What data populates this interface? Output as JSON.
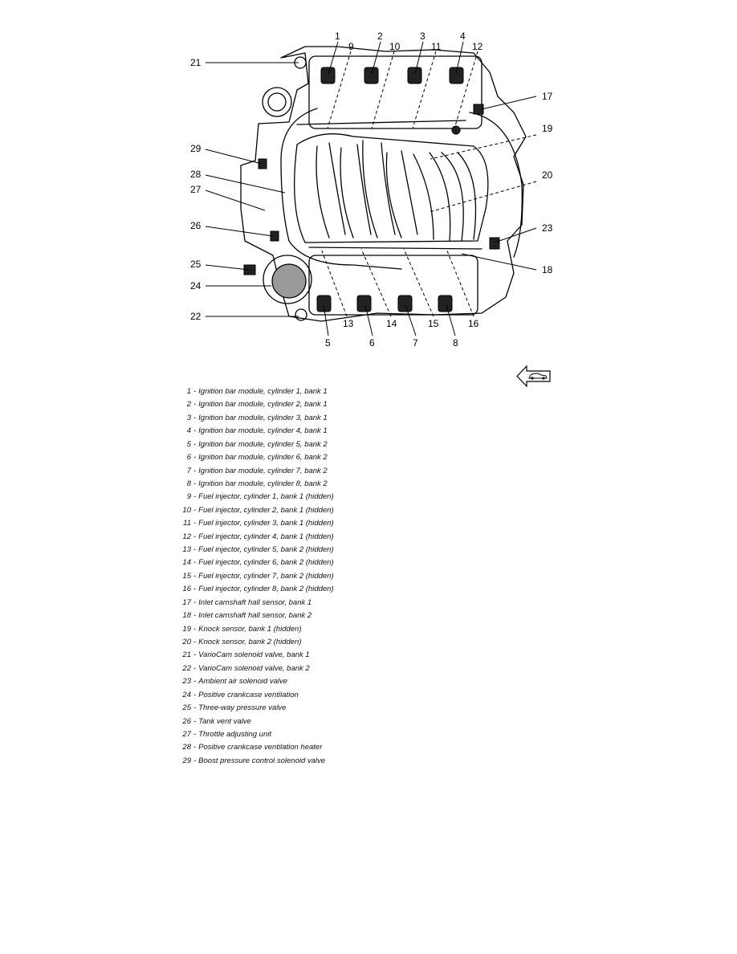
{
  "callouts": [
    "1",
    "2",
    "3",
    "4",
    "5",
    "6",
    "7",
    "8",
    "9",
    "10",
    "11",
    "12",
    "13",
    "14",
    "15",
    "16",
    "17",
    "18",
    "19",
    "20",
    "21",
    "22",
    "23",
    "24",
    "25",
    "26",
    "27",
    "28",
    "29"
  ],
  "legend": [
    {
      "num": "1",
      "text": "Ignition bar module, cylinder 1, bank 1"
    },
    {
      "num": "2",
      "text": "Ignition bar module, cylinder 2, bank 1"
    },
    {
      "num": "3",
      "text": "Ignition bar module, cylinder 3, bank 1"
    },
    {
      "num": "4",
      "text": "Ignition bar module, cylinder 4, bank 1"
    },
    {
      "num": "5",
      "text": "Ignition bar module, cylinder 5, bank 2"
    },
    {
      "num": "6",
      "text": "Ignition bar module, cylinder 6, bank 2"
    },
    {
      "num": "7",
      "text": "Ignition bar module, cylinder 7, bank 2"
    },
    {
      "num": "8",
      "text": "Ignition bar module, cylinder 8, bank 2"
    },
    {
      "num": "9",
      "text": "Fuel injector, cylinder 1, bank 1 (hidden)"
    },
    {
      "num": "10",
      "text": "Fuel injector, cylinder 2, bank 1 (hidden)"
    },
    {
      "num": "11",
      "text": "Fuel injector, cylinder 3, bank 1 (hidden)"
    },
    {
      "num": "12",
      "text": "Fuel injector, cylinder 4, bank 1 (hidden)"
    },
    {
      "num": "13",
      "text": "Fuel injector, cylinder 5, bank 2 (hidden)"
    },
    {
      "num": "14",
      "text": "Fuel injector, cylinder 6, bank 2 (hidden)"
    },
    {
      "num": "15",
      "text": "Fuel injector, cylinder 7, bank 2 (hidden)"
    },
    {
      "num": "16",
      "text": "Fuel injector, cylinder 8, bank 2 (hidden)"
    },
    {
      "num": "17",
      "text": "Inlet camshaft hall sensor, bank 1"
    },
    {
      "num": "18",
      "text": "Inlet camshaft hall sensor, bank 2"
    },
    {
      "num": "19",
      "text": "Knock sensor, bank 1 (hidden)"
    },
    {
      "num": "20",
      "text": "Knock sensor, bank 2 (hidden)"
    },
    {
      "num": "21",
      "text": "VarioCam solenoid valve, bank 1"
    },
    {
      "num": "22",
      "text": "VarioCam solenoid valve, bank 2"
    },
    {
      "num": "23",
      "text": "Ambient air solenoid valve"
    },
    {
      "num": "24",
      "text": "Positive crankcase ventilation"
    },
    {
      "num": "25",
      "text": "Three-way pressure valve"
    },
    {
      "num": "26",
      "text": "Tank vent valve"
    },
    {
      "num": "27",
      "text": "Throttle adjusting unit"
    },
    {
      "num": "28",
      "text": "Positive crankcase ventilation heater"
    },
    {
      "num": "29",
      "text": "Boost pressure control solenoid valve"
    }
  ],
  "legend_separator": "-",
  "nav_icon": "car-front-arrow-icon"
}
